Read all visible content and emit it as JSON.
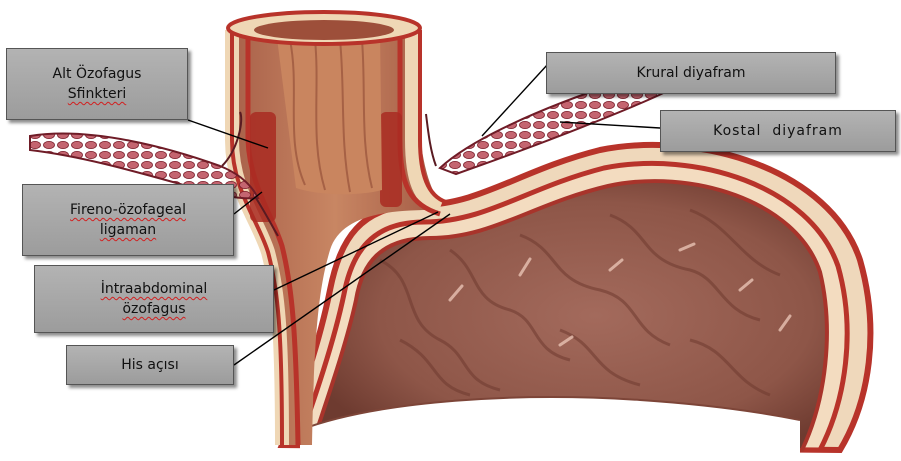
{
  "labels": {
    "alt_ozofagus_line1": "Alt Özofagus",
    "alt_ozofagus_line2": "Sfinkteri",
    "fireno_line1": "Fireno-özofageal",
    "fireno_line2": "ligaman",
    "intraabdominal_line1": "İntraabdominal",
    "intraabdominal_line2": "özofagus",
    "his_acisi": "His açısı",
    "krural": "Krural diyafram",
    "kostal": "Kostal  diyafram"
  },
  "colors": {
    "stomach_wall": "#9a5a4a",
    "muscle_red": "#b52f24",
    "pale_layer": "#f0d9bc",
    "diaphragm": "#9b2f3a",
    "label_box": "#a6a6a6"
  }
}
